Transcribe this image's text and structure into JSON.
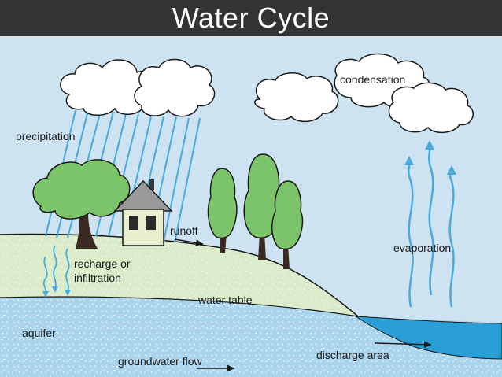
{
  "title": "Water Cycle",
  "labels": {
    "precipitation": "precipitation",
    "condensation": "condensation",
    "runoff": "runoff",
    "recharge_line1": "recharge or",
    "recharge_line2": "infiltration",
    "evaporation": "evaporation",
    "water_table": "water table",
    "aquifer": "aquifer",
    "groundwater_flow": "groundwater flow",
    "discharge_area": "discharge area"
  },
  "colors": {
    "sky": "#cde3f1",
    "land": "#d9ebc8",
    "aquifer": "#a9d4ec",
    "water": "#2a9fd6",
    "rain": "#4aa9dd",
    "tree": "#7cc46a",
    "trunk": "#3a2a22"
  }
}
